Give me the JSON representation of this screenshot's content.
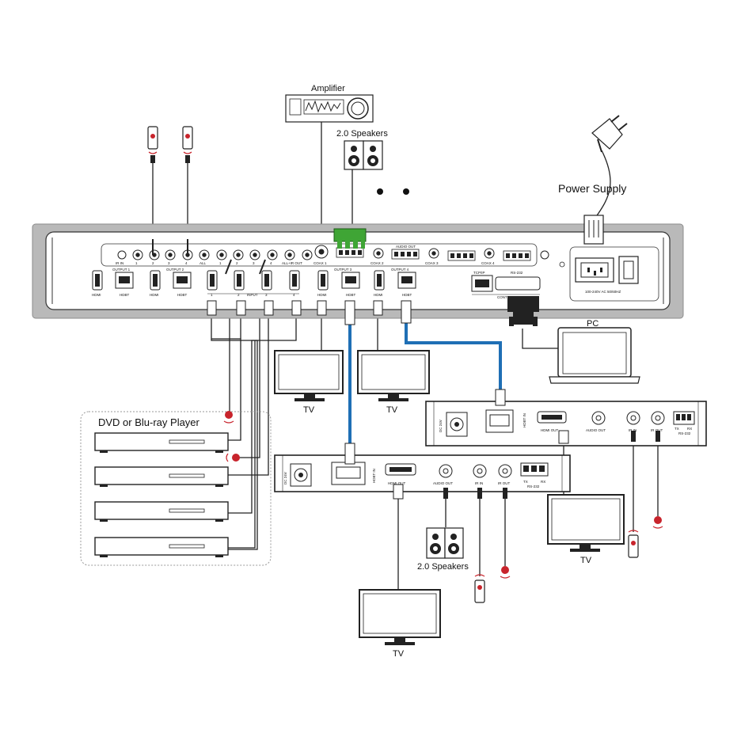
{
  "labels": {
    "amplifier": "Amplifier",
    "speakers_top": "2.0 Speakers",
    "power_supply": "Power Supply",
    "pc": "PC",
    "tv_1": "TV",
    "tv_2": "TV",
    "tv_3": "TV",
    "tv_4": "TV",
    "dvd": "DVD or Blu-ray Player",
    "speakers_bottom": "2.0 Speakers"
  },
  "matrix": {
    "ir_in": "IR IN",
    "ir_1": "1",
    "ir_2": "2",
    "ir_3": "3",
    "ir_4": "4",
    "ir_all": "ALL",
    "out_ir_1": "1",
    "out_ir_2": "2",
    "out_ir_3": "3",
    "out_ir_4": "4",
    "all_ir_out": "ALL+IR OUT",
    "coax1": "COAX 1",
    "coax2": "COAX 2",
    "coax3": "COAX 3",
    "coax4": "COAX 4",
    "audio_out": "AUDIO OUT",
    "output1": "OUTPUT 1",
    "output2": "OUTPUT 2",
    "output3": "OUTPUT 3",
    "output4": "OUTPUT 4",
    "hdmi": "HDMI",
    "hdbt": "HDBT",
    "input": "INPUT",
    "in1": "1",
    "in2": "2",
    "in3": "3",
    "in4": "4",
    "tcpip": "TCP/IP",
    "rs232": "RS-232",
    "control": "CONTROL",
    "power_rating": "100-240V AC 50/60HZ"
  },
  "receiver": {
    "dc24v": "DC 24V",
    "hdbt_in": "HDBT IN",
    "hdmi_out": "HDMI OUT",
    "audio_out": "AUDIO OUT",
    "ir_in": "IR IN",
    "ir_out": "IR OUT",
    "tx": "TX",
    "rx": "RX",
    "rs232": "RS-232"
  },
  "colors": {
    "hdbt_cable": "#1f6fb5",
    "ir_emitter": "#c8242c",
    "chassis": "#b9b9b9",
    "connector_green": "#3fa535"
  }
}
